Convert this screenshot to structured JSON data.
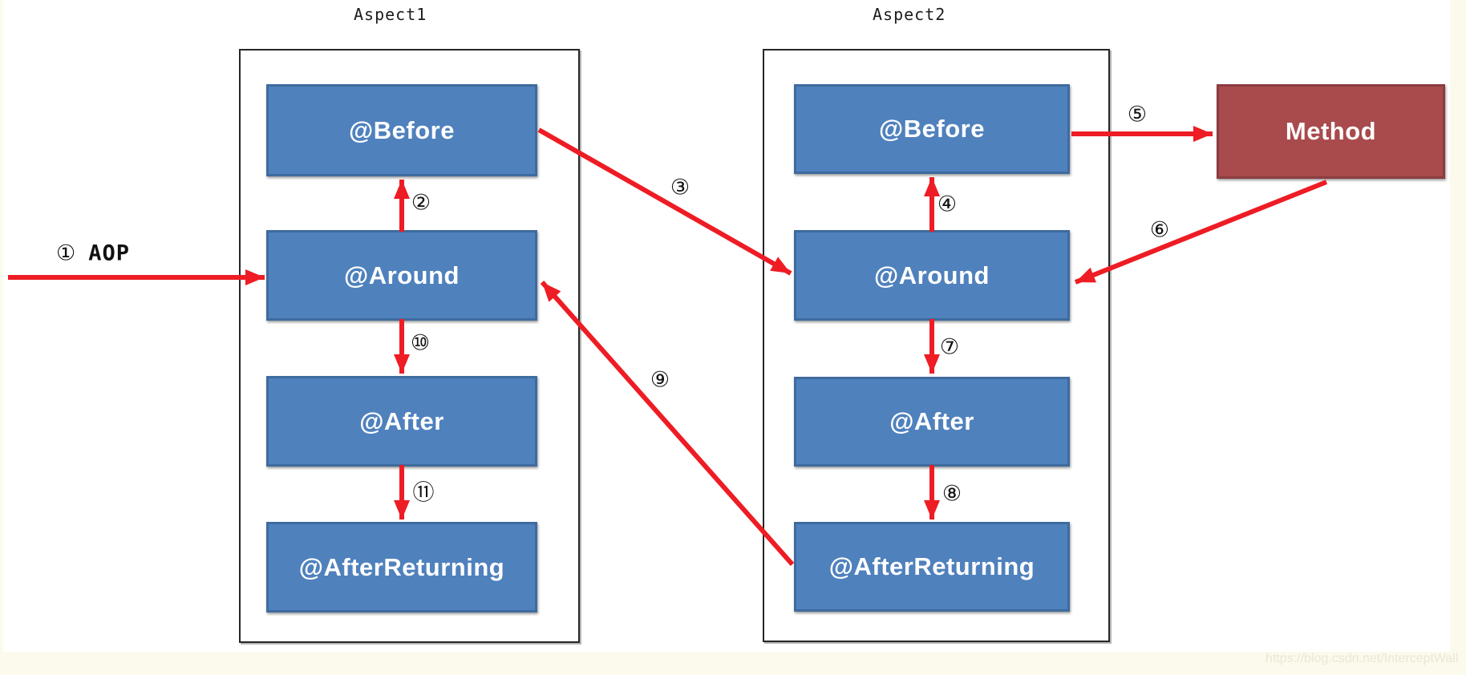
{
  "colors": {
    "background": "#fcfaec",
    "canvas": "#ffffff",
    "box_blue": "#4f81bd",
    "box_blue_border": "#3e6b9f",
    "method_red": "#a94a4d",
    "method_red_border": "#8b3c3f",
    "arrow_red": "#ee1c24",
    "container_border": "#262626",
    "label_text": "#ffffff",
    "number_text": "#111111",
    "watermark_text": "#eae7d7"
  },
  "aspect1": {
    "title": "Aspect1",
    "boxes": [
      {
        "label": "@Before"
      },
      {
        "label": "@Around"
      },
      {
        "label": "@After"
      },
      {
        "label": "@AfterReturning"
      }
    ]
  },
  "aspect2": {
    "title": "Aspect2",
    "boxes": [
      {
        "label": "@Before"
      },
      {
        "label": "@Around"
      },
      {
        "label": "@After"
      },
      {
        "label": "@AfterReturning"
      }
    ]
  },
  "method": {
    "label": "Method"
  },
  "steps": {
    "s1_num": "①",
    "s1_text": "AOP",
    "s2": "②",
    "s3": "③",
    "s4": "④",
    "s5": "⑤",
    "s6": "⑥",
    "s7": "⑦",
    "s8": "⑧",
    "s9": "⑨",
    "s10": "⑩",
    "s11": "⑪"
  },
  "watermark": {
    "text": "https://blog.csdn.net/InterceptWall"
  }
}
